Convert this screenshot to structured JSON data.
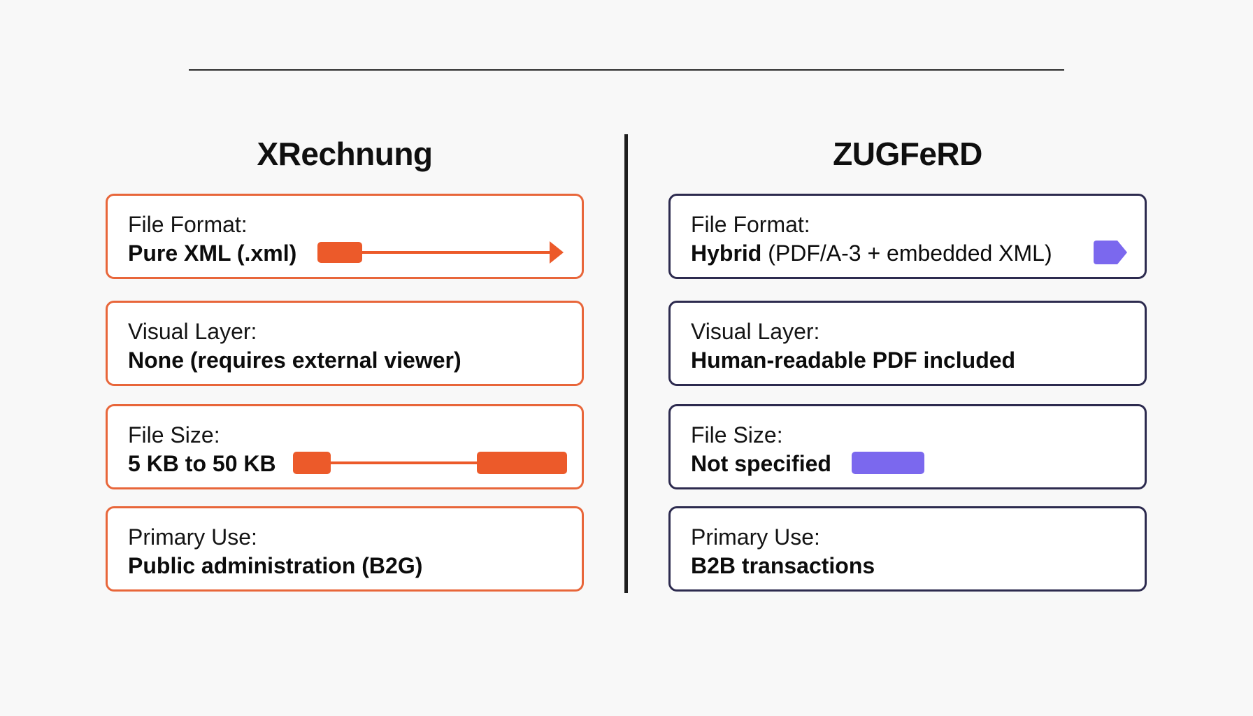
{
  "comparison": {
    "left": {
      "title": "XRechnung",
      "accent_color": "#e8663a",
      "rows": [
        {
          "label": "File Format:",
          "value": "Pure XML (.xml)"
        },
        {
          "label": "Visual Layer:",
          "value": "None (requires external viewer)"
        },
        {
          "label": "File Size:",
          "value": "5 KB to 50 KB"
        },
        {
          "label": "Primary Use:",
          "value": "Public administration (B2G)"
        }
      ]
    },
    "right": {
      "title": "ZUGFeRD",
      "accent_color": "#7b68ee",
      "border_color": "#2d2b4f",
      "rows": [
        {
          "label": "File Format:",
          "value_bold": "Hybrid",
          "value_rest": " (PDF/A-3 + embedded XML)"
        },
        {
          "label": "Visual Layer:",
          "value": "Human-readable PDF included"
        },
        {
          "label": "File Size:",
          "value": "Not specified"
        },
        {
          "label": "Primary Use:",
          "value": "B2B transactions"
        }
      ]
    }
  }
}
